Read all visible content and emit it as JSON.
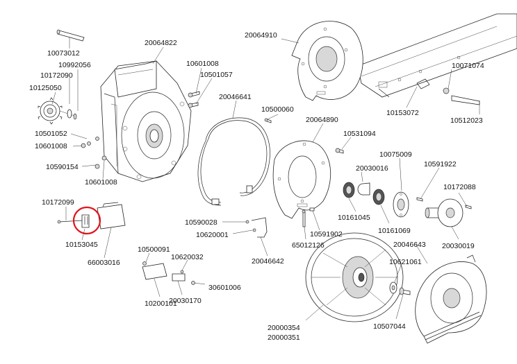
{
  "highlight_color": "#e0141b",
  "labels": [
    "10073012",
    "10992056",
    "10172090",
    "10125050",
    "20064822",
    "10601008",
    "10501057",
    "20064910",
    "10071074",
    "10153072",
    "10512023",
    "20046641",
    "10500060",
    "20064890",
    "10531094",
    "10501052",
    "10601008",
    "10590154",
    "10601008",
    "10075009",
    "20030016",
    "10591922",
    "10172088",
    "10172099",
    "10153045",
    "66003016",
    "10590028",
    "10620001",
    "20046642",
    "10161045",
    "10161069",
    "10591902",
    "65012126",
    "20030019",
    "20046643",
    "10500091",
    "10620032",
    "30601006",
    "10200101",
    "20030170",
    "10621061",
    "20000354",
    "20000351",
    "10507044"
  ]
}
